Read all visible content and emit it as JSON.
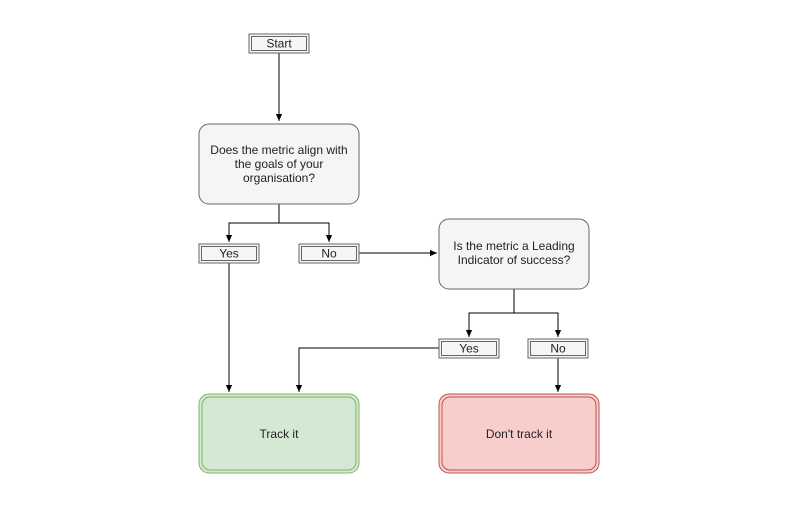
{
  "colors": {
    "stroke": "#000000",
    "label_fill": "#f5f5f5",
    "label_stroke": "#666666",
    "decision_fill": "#f5f5f5",
    "decision_stroke": "#666666",
    "track_fill": "#d5e8d4",
    "track_stroke": "#82b366",
    "dont_fill": "#f8cecc",
    "dont_stroke": "#b85450",
    "text": "#222222"
  },
  "nodes": {
    "start": "Start",
    "question_align": [
      "Does the metric align with",
      "the goals of your",
      "organisation?"
    ],
    "yes_1": "Yes",
    "no_1": "No",
    "question_leading": [
      "Is the metric a Leading",
      "Indicator of success?"
    ],
    "yes_2": "Yes",
    "no_2": "No",
    "track_it": "Track it",
    "dont_track_it": "Don't track it"
  }
}
